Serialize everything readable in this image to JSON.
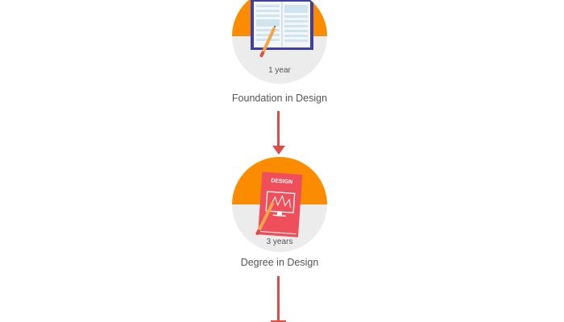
{
  "steps": [
    {
      "title": "Foundation in Design",
      "duration": "1 year",
      "icon": "open-book-icon"
    },
    {
      "title": "Degree in Design",
      "duration": "3 years",
      "icon": "design-book-icon",
      "book_title": "DESIGN"
    }
  ],
  "colors": {
    "orange": "#fb8c00",
    "circle_bg": "#ececec",
    "arrow": "#e24a4a",
    "book_blue": "#3f3ea8",
    "page_light": "#cfe4ee",
    "design_book": "#ef4f5a",
    "pencil": "#f5a547"
  }
}
